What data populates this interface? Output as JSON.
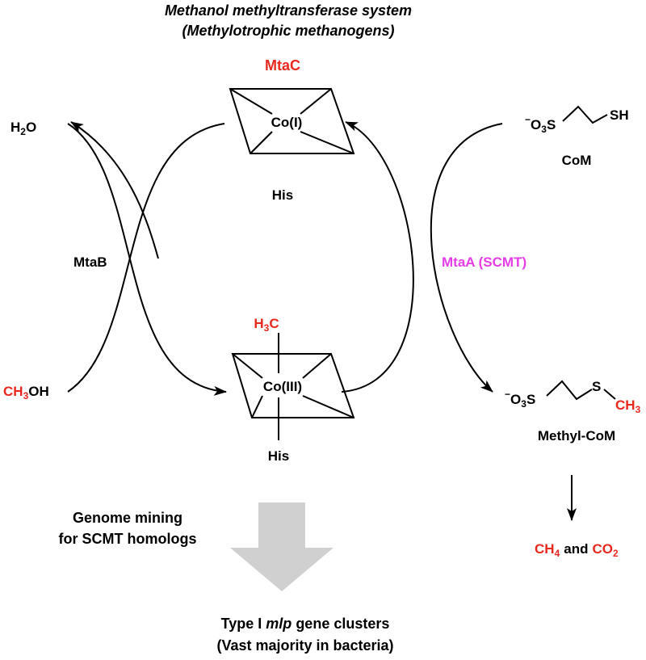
{
  "title": {
    "line1": "Methanol methyltransferase system",
    "line2": "(Methylotrophic methanogens)"
  },
  "mtac": "MtaC",
  "mtab": "MtaB",
  "mtaa": "MtaA (SCMT)",
  "co1": "Co(I)",
  "co3": "Co(III)",
  "his_top": "His",
  "his_bottom": "His",
  "h3c": {
    "h": "H",
    "sub": "3",
    "c": "C"
  },
  "water": {
    "h": "H",
    "sub": "2",
    "o": "O"
  },
  "methanol": {
    "ch": "CH",
    "sub": "3",
    "oh": "OH"
  },
  "com": {
    "charge": "−",
    "o3s_o": "O",
    "o3s_sub": "3",
    "o3s_s": "S",
    "sh": "SH",
    "name": "CoM"
  },
  "methylcom": {
    "charge": "−",
    "o3s_o": "O",
    "o3s_sub": "3",
    "o3s_s": "S",
    "s": "S",
    "ch3": "CH",
    "ch3_sub": "3",
    "name": "Methyl-CoM"
  },
  "products": {
    "ch4": "CH",
    "ch4_sub": "4",
    "and": "and",
    "co2": "CO",
    "co2_sub": "2"
  },
  "mining": {
    "line1": "Genome mining",
    "line2": "for SCMT homologs"
  },
  "result": {
    "pre": "Type I ",
    "mlp": "mlp",
    "post": " gene clusters",
    "line2": "(Vast majority in bacteria)"
  },
  "colors": {
    "red": "#e8281e",
    "magenta": "#e63ce6",
    "gray_arrow": "#d0d0d0",
    "black": "#000000"
  }
}
